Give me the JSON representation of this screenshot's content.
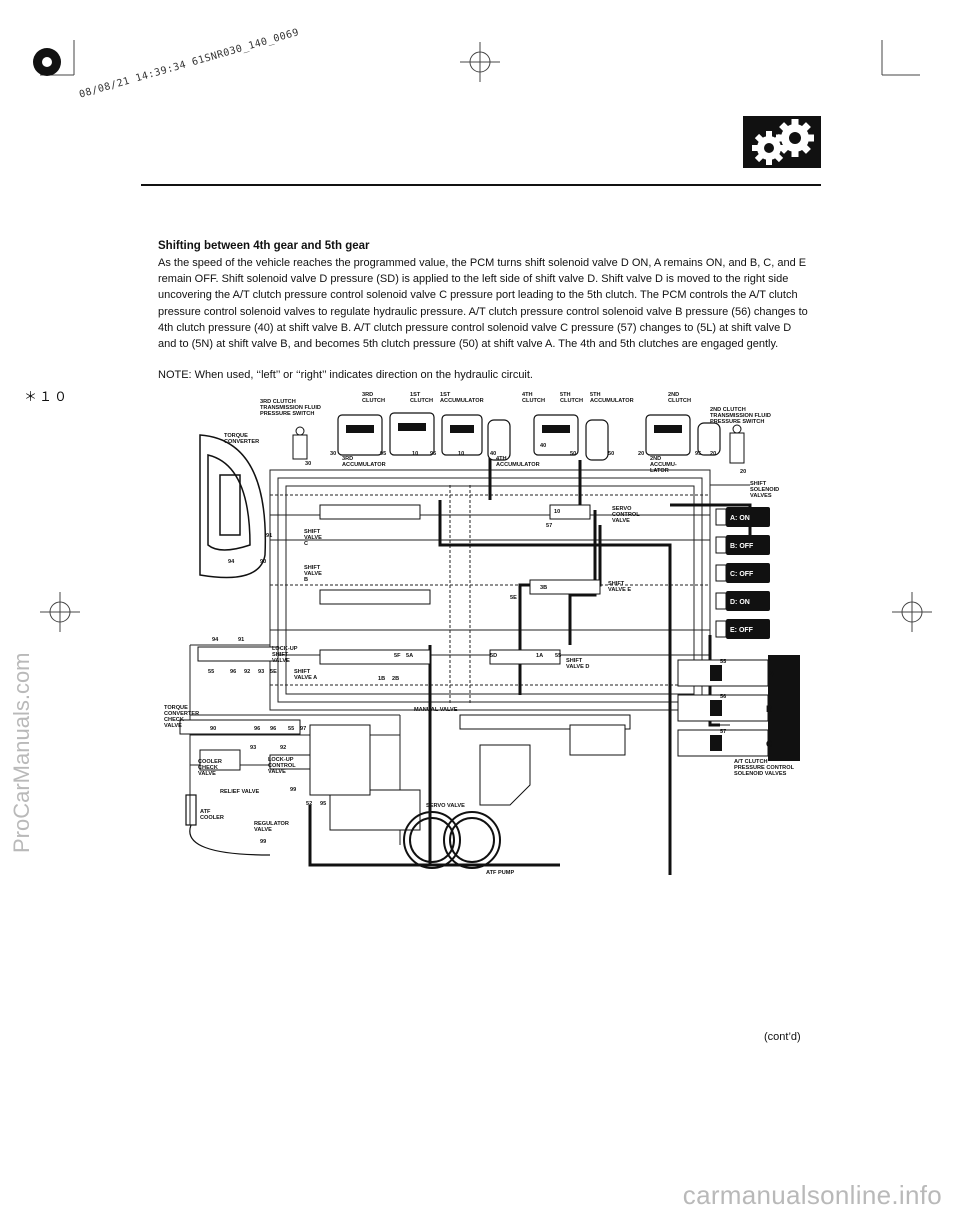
{
  "header": {
    "print_stamp": "08/08/21 14:39:34 61SNR030_140_0069",
    "page_marker": "＊１０"
  },
  "section": {
    "heading": "Shifting between 4th gear and 5th gear",
    "body": "As the speed of the vehicle reaches the programmed value, the PCM turns shift solenoid valve D ON, A remains ON, and B, C, and E remain OFF. Shift solenoid valve D pressure (SD) is applied to the left side of shift valve D. Shift valve D is moved to the right side uncovering the A/T clutch pressure control solenoid valve C pressure port leading to the 5th clutch. The PCM controls the A/T clutch pressure control solenoid valves to regulate hydraulic pressure. A/T clutch pressure control solenoid valve B pressure (56) changes to 4th clutch pressure (40) at shift valve B. A/T clutch pressure control solenoid valve C pressure (57) changes to (5L) at shift valve D and to (5N) at shift valve B, and becomes 5th clutch pressure (50) at shift valve A. The 4th and 5th clutches are engaged gently.",
    "note": "NOTE: When used, ‘‘left’’ or ‘‘right’’ indicates direction on the hydraulic circuit.",
    "contd": "(cont’d)"
  },
  "diagram": {
    "top_labels": {
      "third_switch": "3RD CLUTCH TRANSMISSION FLUID PRESSURE SWITCH",
      "third_clutch": "3RD CLUTCH",
      "first_clutch": "1ST CLUTCH",
      "first_acc": "1ST ACCUMULATOR",
      "fourth_clutch": "4TH CLUTCH",
      "fifth_clutch": "5TH CLUTCH",
      "fifth_acc": "5TH ACCUMULATOR",
      "second_clutch": "2ND CLUTCH",
      "second_switch": "2ND CLUTCH TRANSMISSION FLUID PRESSURE SWITCH",
      "third_acc": "3RD ACCUMULATOR",
      "fourth_acc": "4TH ACCUMULATOR",
      "second_acc": "2ND ACCUMU- LATOR"
    },
    "left_labels": {
      "torque_converter": "TORQUE CONVERTER",
      "lockup_shift": "LOCK-UP SHIFT VALVE",
      "tc_check": "TORQUE CONVERTER CHECK VALVE",
      "cooler_check": "COOLER CHECK VALVE",
      "lockup_control": "LOCK-UP CONTROL VALVE",
      "relief": "RELIEF VALVE",
      "atf_cooler": "ATF COOLER",
      "regulator": "REGULATOR VALVE"
    },
    "center_labels": {
      "shift_c": "SHIFT VALVE C",
      "shift_b": "SHIFT VALVE B",
      "shift_a": "SHIFT VALVE A",
      "servo_control": "SERVO CONTROL VALVE",
      "shift_e": "SHIFT VALVE E",
      "shift_d": "SHIFT VALVE D",
      "manual": "MANUAL VALVE",
      "servo": "SERVO VALVE",
      "atf_pump": "ATF PUMP"
    },
    "solenoids": {
      "title": "SHIFT SOLENOID VALVES",
      "a": "A: ON",
      "b": "B: OFF",
      "c": "C: OFF",
      "d": "D: ON",
      "e": "E: OFF"
    },
    "pressure_control": {
      "title": "A/T CLUTCH PRESSURE CONTROL SOLENOID VALVES",
      "a": "A",
      "b": "B",
      "c": "C"
    }
  },
  "watermarks": {
    "left": "ProCarManuals.com",
    "bottom": "carmanualsonline.info"
  }
}
